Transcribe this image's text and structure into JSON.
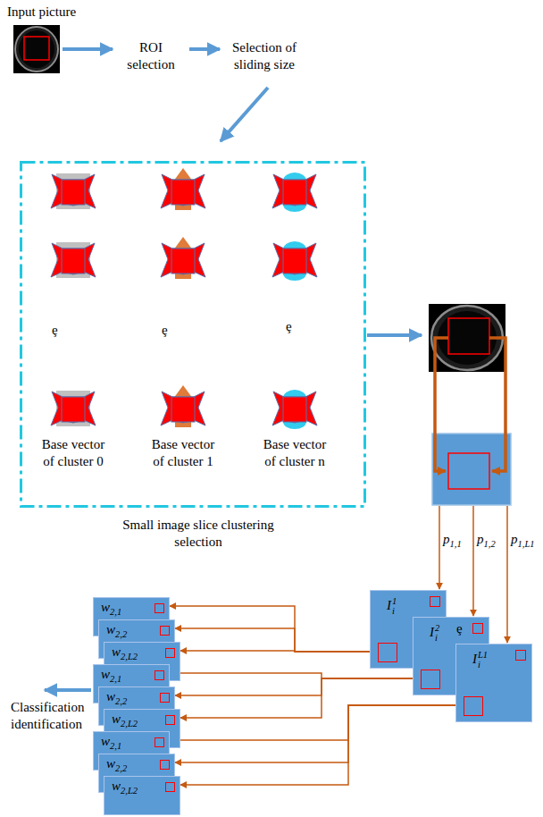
{
  "diagram": {
    "nodes": [
      {
        "text": [
          "Input picture"
        ]
      },
      {
        "text": [
          "Base vector of cluster 0",
          "Base vector of cluster 1",
          "Base vector of cluster n",
          "Small image slice clustering selection"
        ]
      },
      {
        "text": [
          "Ii1"
        ]
      },
      {
        "text": [
          "Ii2",
          "ȩ"
        ]
      },
      {
        "text": [
          "IiL1"
        ]
      },
      {
        "text": [
          "w2,1"
        ]
      },
      {
        "text": [
          "w2,2"
        ]
      },
      {
        "text": [
          "w2,L2"
        ]
      },
      {
        "text": [
          "w2,1"
        ]
      },
      {
        "text": [
          "w2,2"
        ]
      },
      {
        "text": [
          "w2,L2"
        ]
      },
      {
        "text": [
          "w2,1"
        ]
      },
      {
        "text": [
          "w2,2"
        ]
      },
      {
        "text": [
          "w2,L2"
        ]
      }
    ],
    "edges": [
      {
        "from": 2,
        "to": 5,
        "arrow": "to"
      },
      {
        "from": 2,
        "to": 6,
        "arrow": "to"
      },
      {
        "from": 2,
        "to": 7,
        "arrow": "to"
      },
      {
        "from": 3,
        "to": 8,
        "arrow": "to"
      },
      {
        "from": 3,
        "to": 9,
        "arrow": "to"
      },
      {
        "from": 3,
        "to": 10,
        "arrow": "to"
      },
      {
        "from": 4,
        "to": 11,
        "arrow": "to"
      },
      {
        "from": 4,
        "to": 12,
        "arrow": "to"
      },
      {
        "from": 4,
        "to": 13,
        "arrow": "to"
      }
    ],
    "labels": [
      "ROI selection",
      "Selection of sliding size",
      "ȩ",
      "ȩ",
      "ȩ",
      "p1,1",
      "p1,2",
      "p1,L1",
      "Classification identification"
    ]
  }
}
